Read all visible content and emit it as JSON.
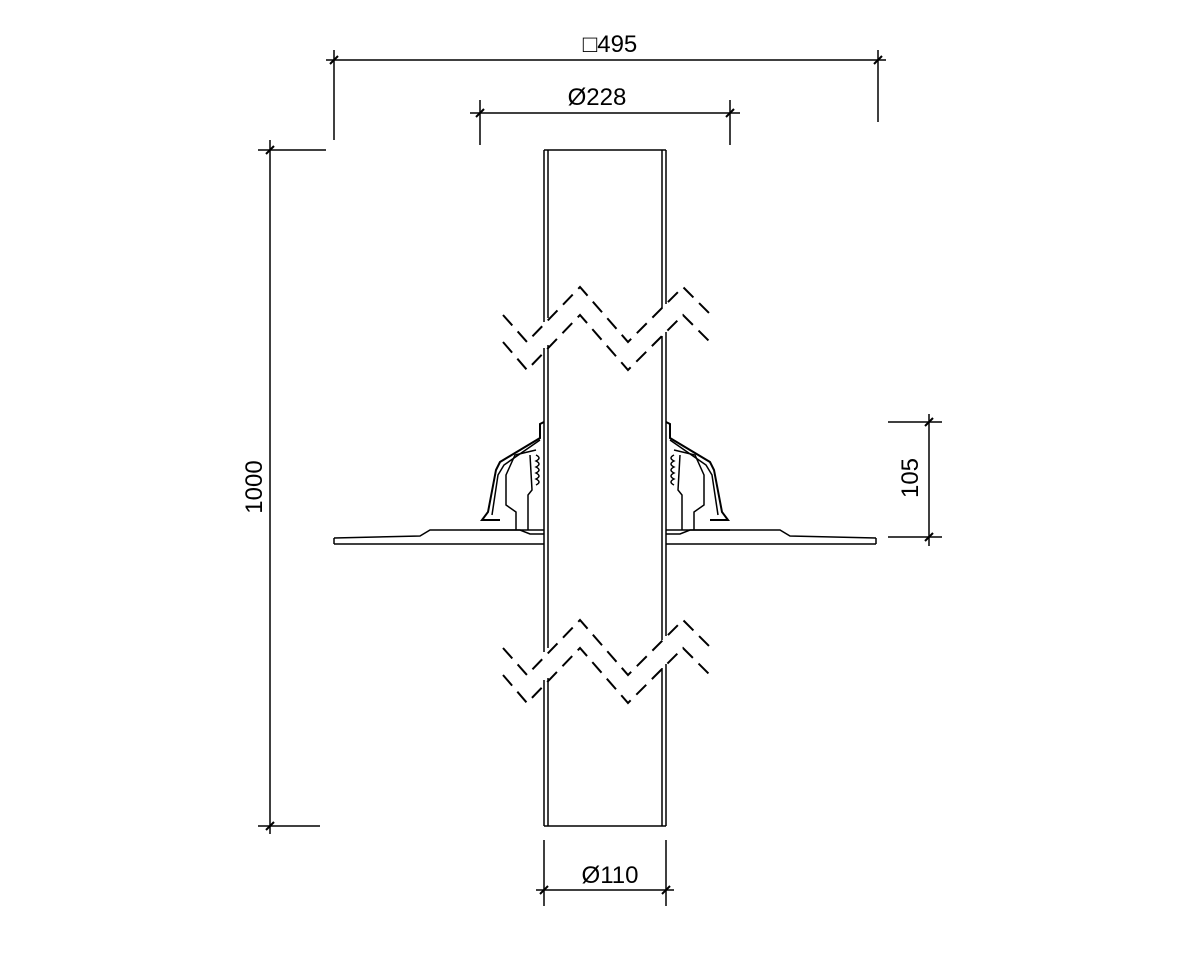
{
  "drawing": {
    "dimensions": {
      "square_width": "□495",
      "outer_diameter": "Ø228",
      "height": "1000",
      "collar_height": "105",
      "pipe_diameter": "Ø110"
    }
  }
}
